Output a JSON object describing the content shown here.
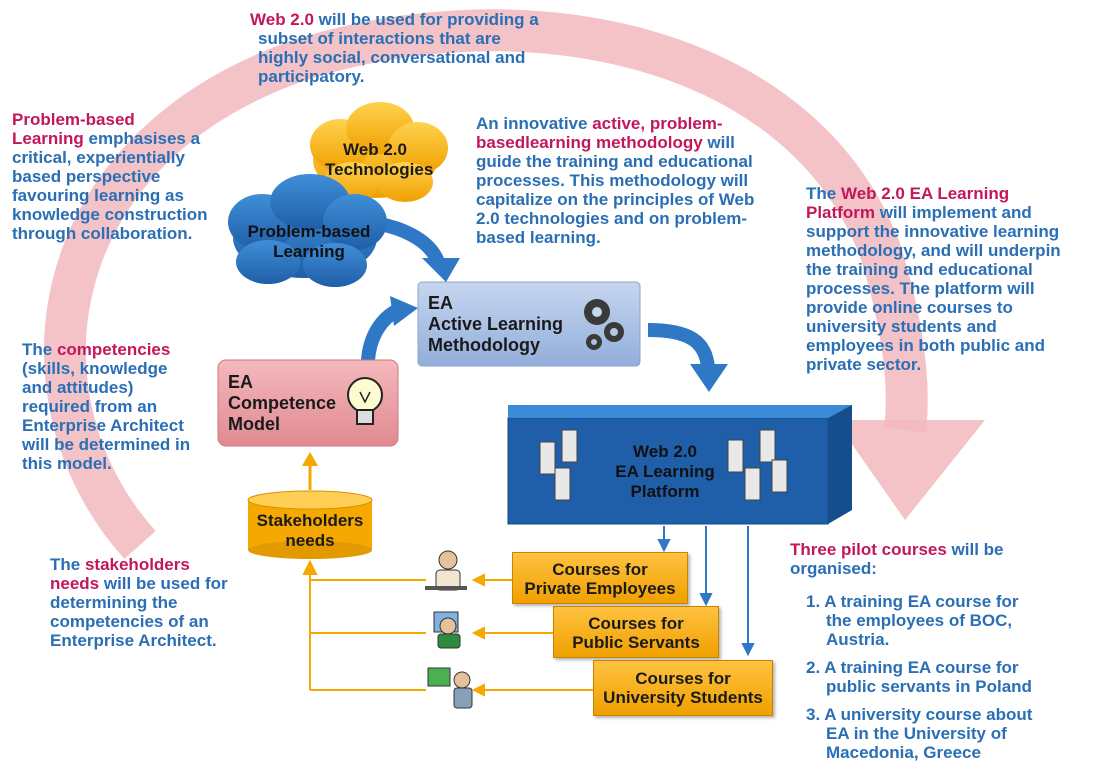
{
  "colors": {
    "blue_text": "#2a6fb5",
    "highlight": "#c2185b",
    "arc": "#f2b8bd",
    "flow_arrow": "#2f78c5",
    "orange": "#f5a800",
    "platform": "#1f5ea8"
  },
  "texts": {
    "web20": {
      "hl": "Web 2.0",
      "l1": " will be used for providing a",
      "l2": "subset of interactions that are",
      "l3": "highly social, conversational and",
      "l4": "participatory."
    },
    "pbl": {
      "hl1": "Problem-based",
      "hl2": "Learning",
      "l2rest": " emphasises a",
      "l3": "critical, experientially",
      "l4": "based perspective",
      "l5": "favouring learning as",
      "l6": "knowledge construction",
      "l7": "through collaboration."
    },
    "method": {
      "l1a": "An innovative ",
      "l1b": "active, problem-",
      "l2a": "basedlearning methodology",
      "l2b": " will",
      "l3": "guide the training and educational",
      "l4": "processes. This methodology will",
      "l5": "capitalize on the principles of Web",
      "l6": "2.0 technologies and on problem-",
      "l7": "based learning."
    },
    "platform": {
      "l1a": "The ",
      "l1b": "Web 2.0 EA Learning",
      "l2a": "Platform",
      "l2b": " will implement and",
      "l3": "support the innovative learning",
      "l4": "methodology, and will underpin",
      "l5": "the training and educational",
      "l6": "processes. The platform will",
      "l7": "provide online courses to",
      "l8": "university students and",
      "l9": "employees in both public and",
      "l10": "private sector."
    },
    "competencies": {
      "l1a": "The ",
      "l1b": "competencies",
      "l2": "(skills, knowledge",
      "l3": "and attitudes)",
      "l4": "required from an",
      "l5": "Enterprise Architect",
      "l6": "will be determined in",
      "l7": "this model."
    },
    "stakeholders": {
      "l1a": "The ",
      "l1b": "stakeholders",
      "l2a": "needs",
      "l2b": " will be used for",
      "l3": "determining the",
      "l4": "competencies of an",
      "l5": "Enterprise Architect."
    },
    "pilot": {
      "hl": "Three pilot courses",
      "rest": " will be",
      "l2": "organised:"
    }
  },
  "pilot_items": [
    {
      "n": "1.",
      "l1": "A training EA course for",
      "l2": "the employees of BOC,",
      "l3": "Austria."
    },
    {
      "n": "2.",
      "l1": "A training EA course for",
      "l2": "public servants in Poland",
      "l3": ""
    },
    {
      "n": "3.",
      "l1": "A university course about",
      "l2": "EA in the University of",
      "l3": "Macedonia, Greece"
    }
  ],
  "nodes": {
    "web20_cloud": {
      "l1": "Web 2.0",
      "l2": "Technologies"
    },
    "pbl_cloud": {
      "l1": "Problem-based",
      "l2": "Learning"
    },
    "ea_method": {
      "l1": "EA",
      "l2": "Active Learning",
      "l3": "Methodology"
    },
    "ea_competence": {
      "l1": "EA",
      "l2": "Competence",
      "l3": "Model"
    },
    "stakeholders_db": {
      "l1": "Stakeholders",
      "l2": "needs"
    },
    "platform_box": {
      "l1": "Web 2.0",
      "l2": "EA Learning",
      "l3": "Platform"
    }
  },
  "courses": [
    {
      "l1": "Courses for",
      "l2": "Private Employees"
    },
    {
      "l1": "Courses for",
      "l2": "Public Servants"
    },
    {
      "l1": "Courses for",
      "l2": "University Students"
    }
  ]
}
